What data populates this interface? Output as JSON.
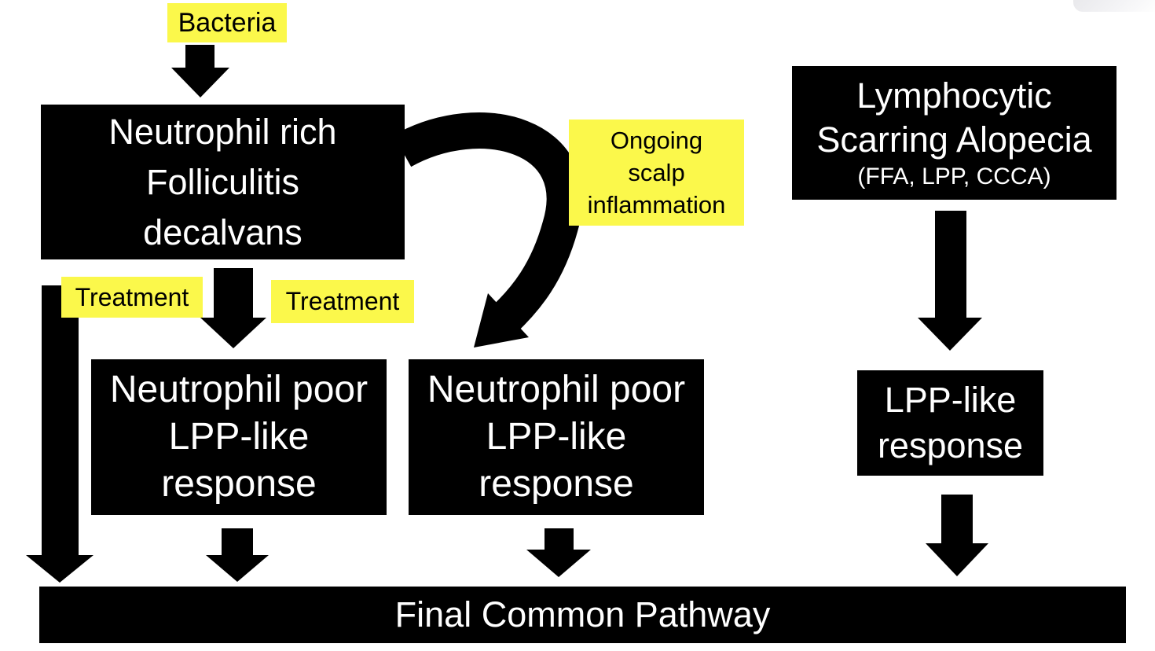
{
  "colors": {
    "canvas_bg": "#ffffff",
    "box_black": "#000000",
    "highlight_yellow": "#fbf84b",
    "text_white": "#ffffff",
    "text_black": "#000000",
    "arrow_black": "#000000"
  },
  "nodes": {
    "bacteria": {
      "text": "Bacteria"
    },
    "folliculitis": {
      "line1": "Neutrophil rich",
      "line2": "Folliculitis",
      "line3": "decalvans"
    },
    "ongoing": {
      "line1": "Ongoing",
      "line2": "scalp",
      "line3": "inflammation"
    },
    "lymphocytic": {
      "line1": "Lymphocytic",
      "line2": "Scarring Alopecia",
      "line3": "(FFA, LPP, CCCA)"
    },
    "treatment_left": {
      "text": "Treatment"
    },
    "treatment_right": {
      "text": "Treatment"
    },
    "neutrophil_poor_left": {
      "line1": "Neutrophil poor",
      "line2": "LPP-like",
      "line3": "response"
    },
    "neutrophil_poor_middle": {
      "line1": "Neutrophil poor",
      "line2": "LPP-like",
      "line3": "response"
    },
    "lpp_like": {
      "line1": "LPP-like",
      "line2": "response"
    },
    "final_pathway": {
      "text": "Final Common Pathway"
    }
  }
}
